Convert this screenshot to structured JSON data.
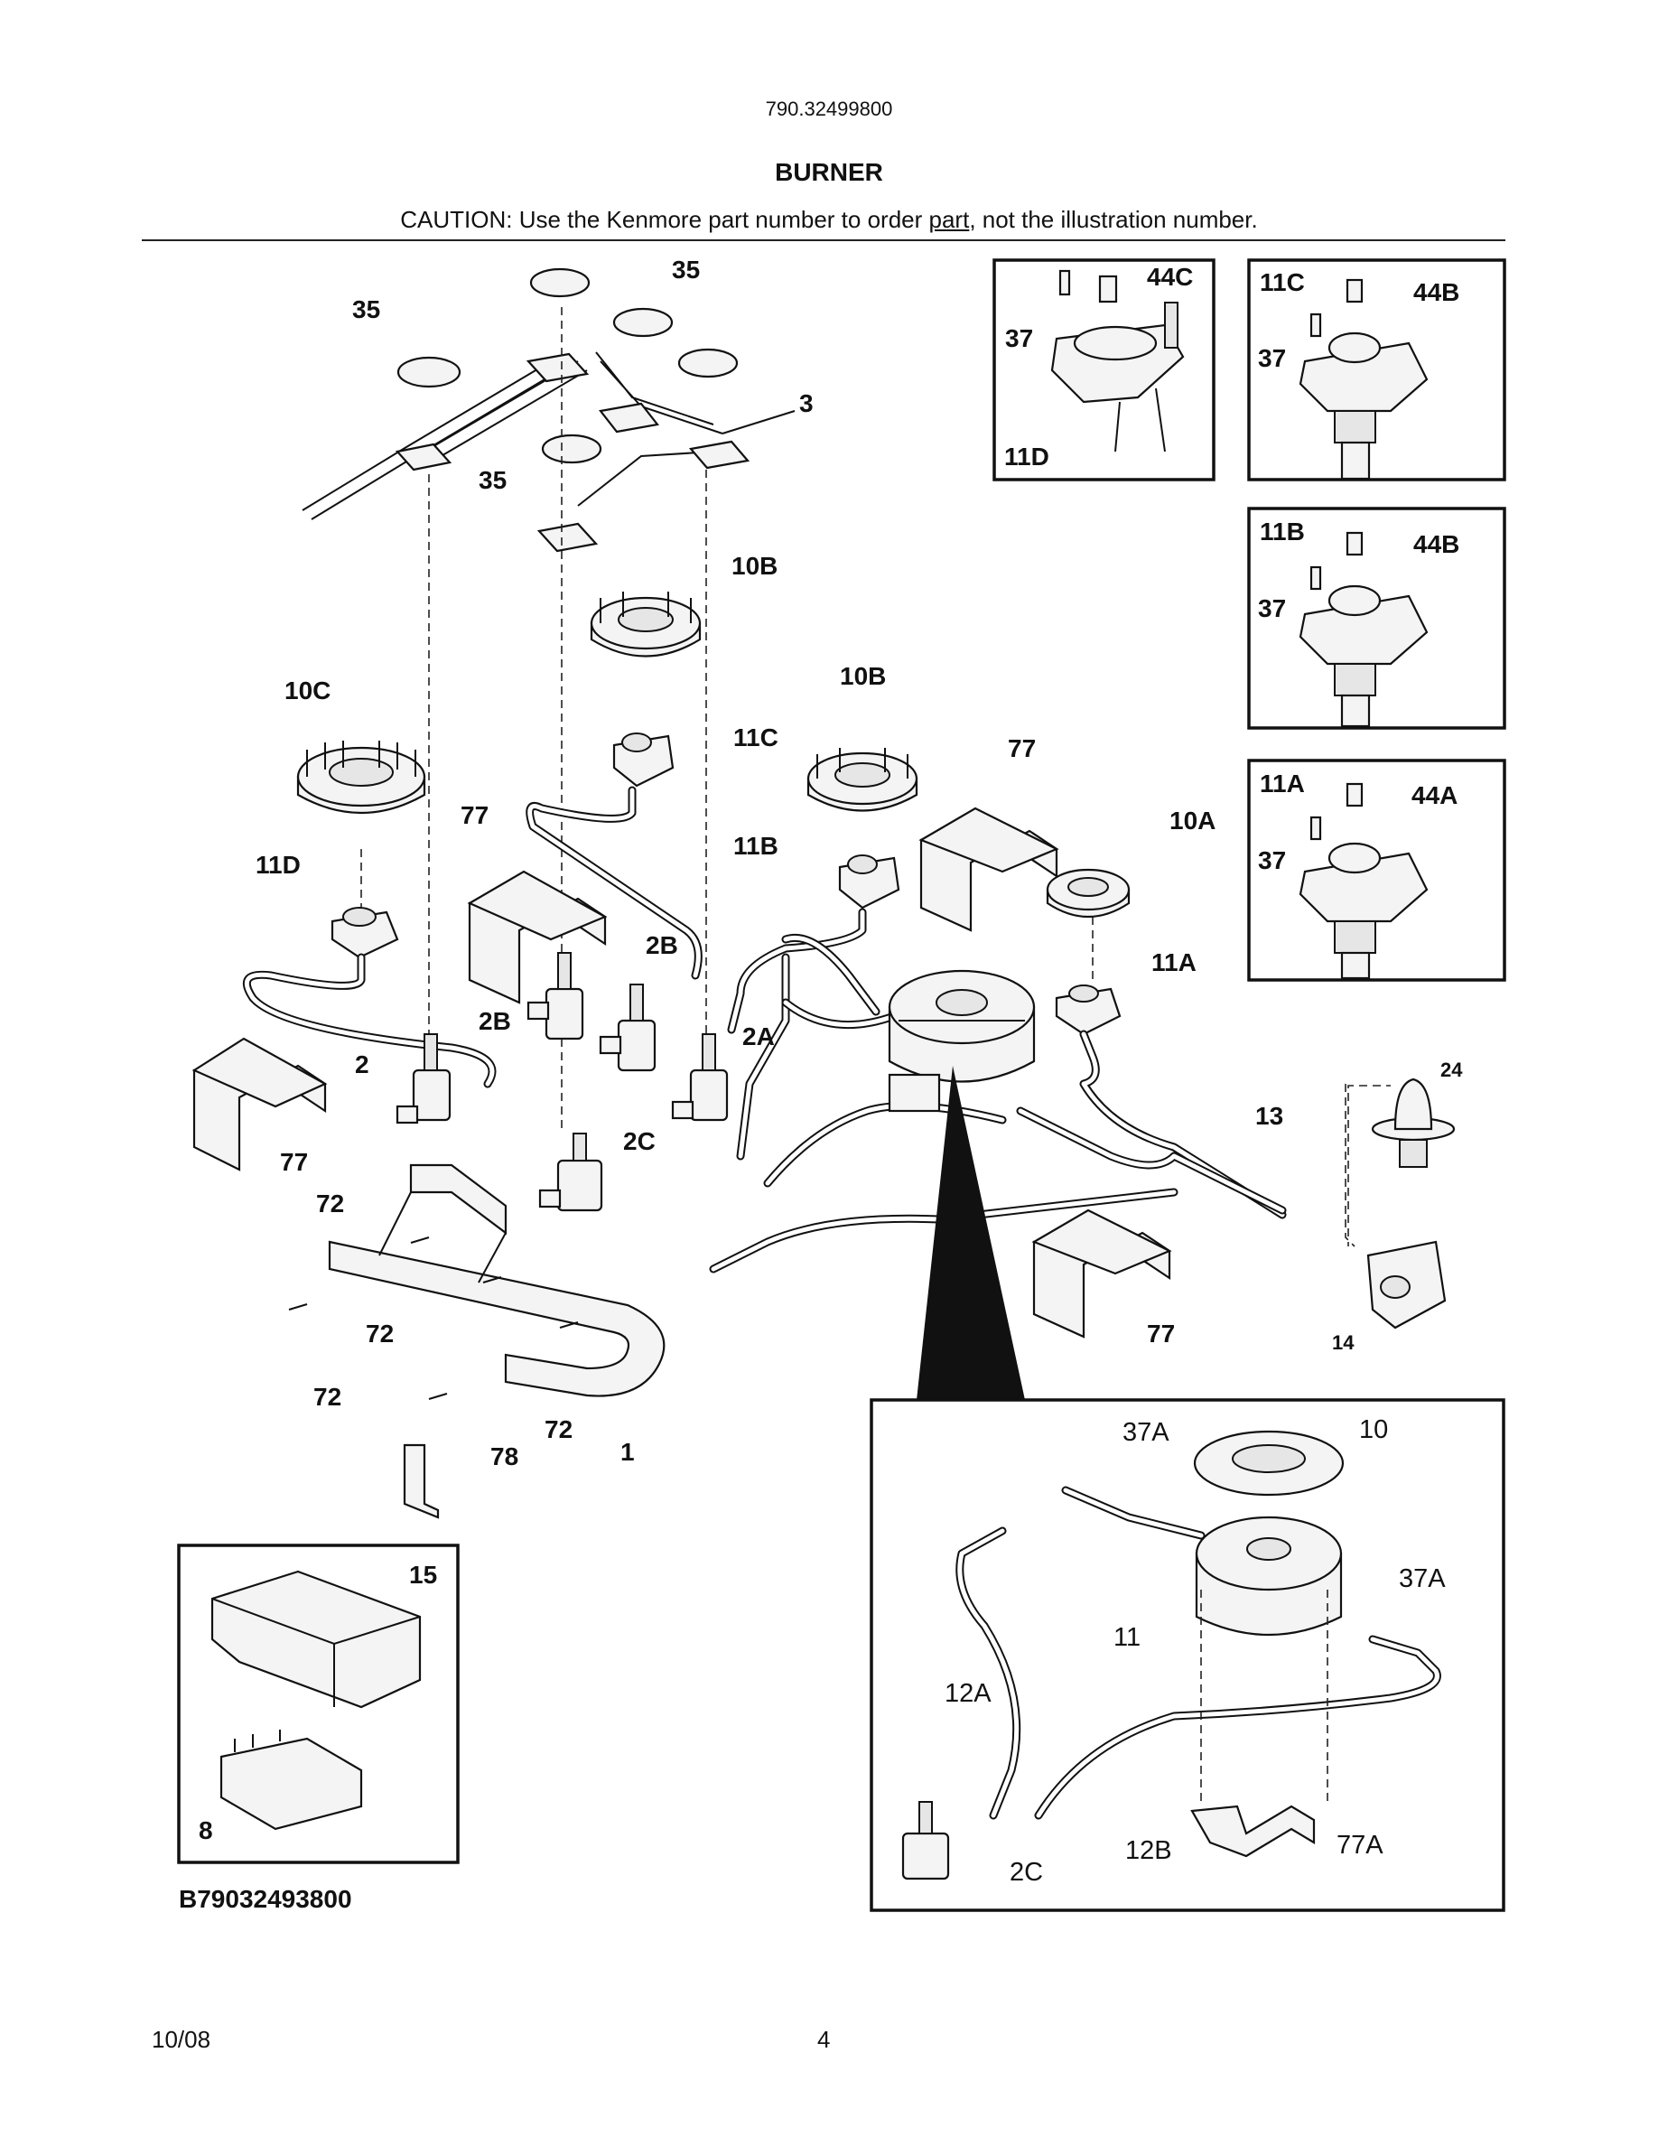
{
  "header": {
    "model_number": "790.32499800",
    "section_title": "BURNER",
    "caution_prefix": "CAUTION: Use the Kenmore part number to order ",
    "caution_underlined": "part",
    "caution_suffix": ", not the illustration number."
  },
  "diagram": {
    "drawing_id": "B79032493800",
    "callouts": {
      "c35": "35",
      "c3": "3",
      "c10B": "10B",
      "c10C": "10C",
      "c11C": "11C",
      "c11B": "11B",
      "c11D": "11D",
      "c77": "77",
      "c10A": "10A",
      "c11A": "11A",
      "c2B": "2B",
      "c2A": "2A",
      "c2": "2",
      "c2C": "2C",
      "c13": "13",
      "c24": "24",
      "c14": "14",
      "c72": "72",
      "c1": "1",
      "c78": "78",
      "c15": "15",
      "c8": "8",
      "c37": "37",
      "c44C": "44C",
      "c44B": "44B",
      "c44A": "44A",
      "c37A": "37A",
      "c10": "10",
      "c11": "11",
      "c12A": "12A",
      "c12B": "12B",
      "c77A": "77A"
    }
  },
  "footer": {
    "date": "10/08",
    "page_number": "4"
  }
}
